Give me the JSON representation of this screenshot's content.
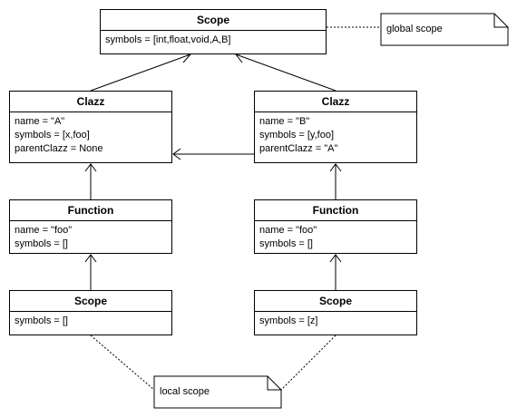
{
  "nodes": {
    "scope_global": {
      "title": "Scope",
      "attrs": [
        "symbols = [int,float,void,A,B]"
      ]
    },
    "clazz_a": {
      "title": "Clazz",
      "attrs": [
        "name = \"A\"",
        "symbols = [x,foo]",
        "parentClazz = None"
      ]
    },
    "clazz_b": {
      "title": "Clazz",
      "attrs": [
        "name = \"B\"",
        "symbols = [y,foo]",
        "parentClazz = \"A\""
      ]
    },
    "function_a": {
      "title": "Function",
      "attrs": [
        "name = \"foo\"",
        "symbols = []"
      ]
    },
    "function_b": {
      "title": "Function",
      "attrs": [
        "name = \"foo\"",
        "symbols = []"
      ]
    },
    "scope_local_a": {
      "title": "Scope",
      "attrs": [
        "symbols = []"
      ]
    },
    "scope_local_b": {
      "title": "Scope",
      "attrs": [
        "symbols = [z]"
      ]
    }
  },
  "notes": {
    "global": "global scope",
    "local": "local scope"
  }
}
